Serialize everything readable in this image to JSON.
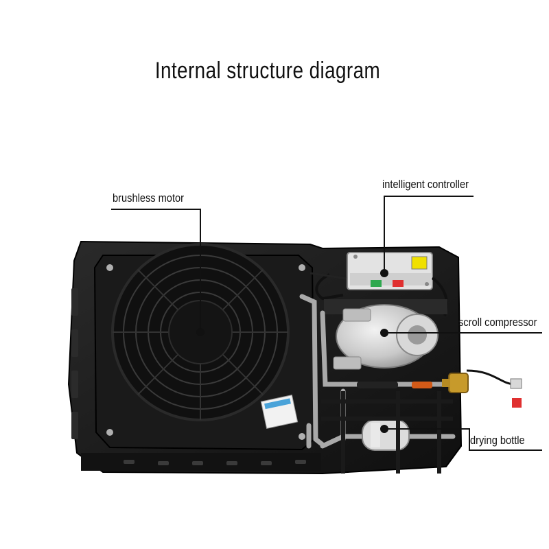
{
  "title": "Internal structure diagram",
  "labels": {
    "brushless_motor": "brushless motor",
    "intelligent_controller": "intelligent controller",
    "scroll_compressor": "scroll compressor",
    "drying_bottle": "drying bottle"
  },
  "sticker_text": "",
  "colors": {
    "background": "#ffffff",
    "housing": "#1c1c1c",
    "fan": "#141414",
    "compressor": "#cfcfcf",
    "controller": "#e6e6e6",
    "pipe": "#b8b8b8",
    "leader_line": "#111111",
    "brass_valve": "#c79a2b"
  }
}
